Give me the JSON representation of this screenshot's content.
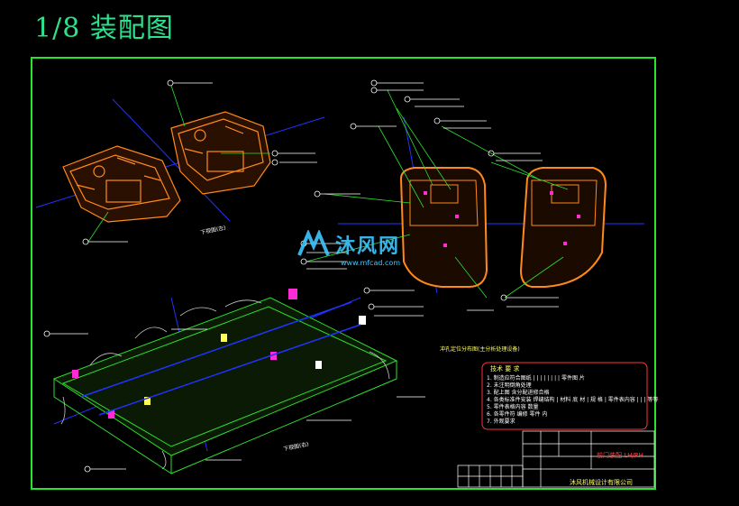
{
  "title": "1/8 装配图",
  "watermark": {
    "brand": "沐风网",
    "url": "www.mfcad.com"
  },
  "notes": {
    "top_view_label": "下视图(左)",
    "bottom_view_label": "下视图(右)",
    "mid_caption": "冲孔定位分布图(主分析处理设备)",
    "requirements_title": "技术 要 求",
    "requirements": [
      "1. 制造应符合图纸 | | | | | | | | 零件图  片",
      "2. 未注明倒角处理",
      "3. 配上图  含分配进修合格",
      "4. 各类标准件安装  焊缝结构 | 材料 底 材 | 规 格 | 零件表内容 | | | 等等",
      "5. 零件表格内容  数量",
      "6. 各零件符  编修   零件  内",
      "7. 外观要求"
    ]
  },
  "title_block": {
    "part_name": "前门装配 LH/RH",
    "company": "沐风机械设计有限公司"
  },
  "colors": {
    "border": "#27e52a",
    "part": "#ff8a1c",
    "axis": "#2233ff",
    "leader": "#2ee02e"
  }
}
